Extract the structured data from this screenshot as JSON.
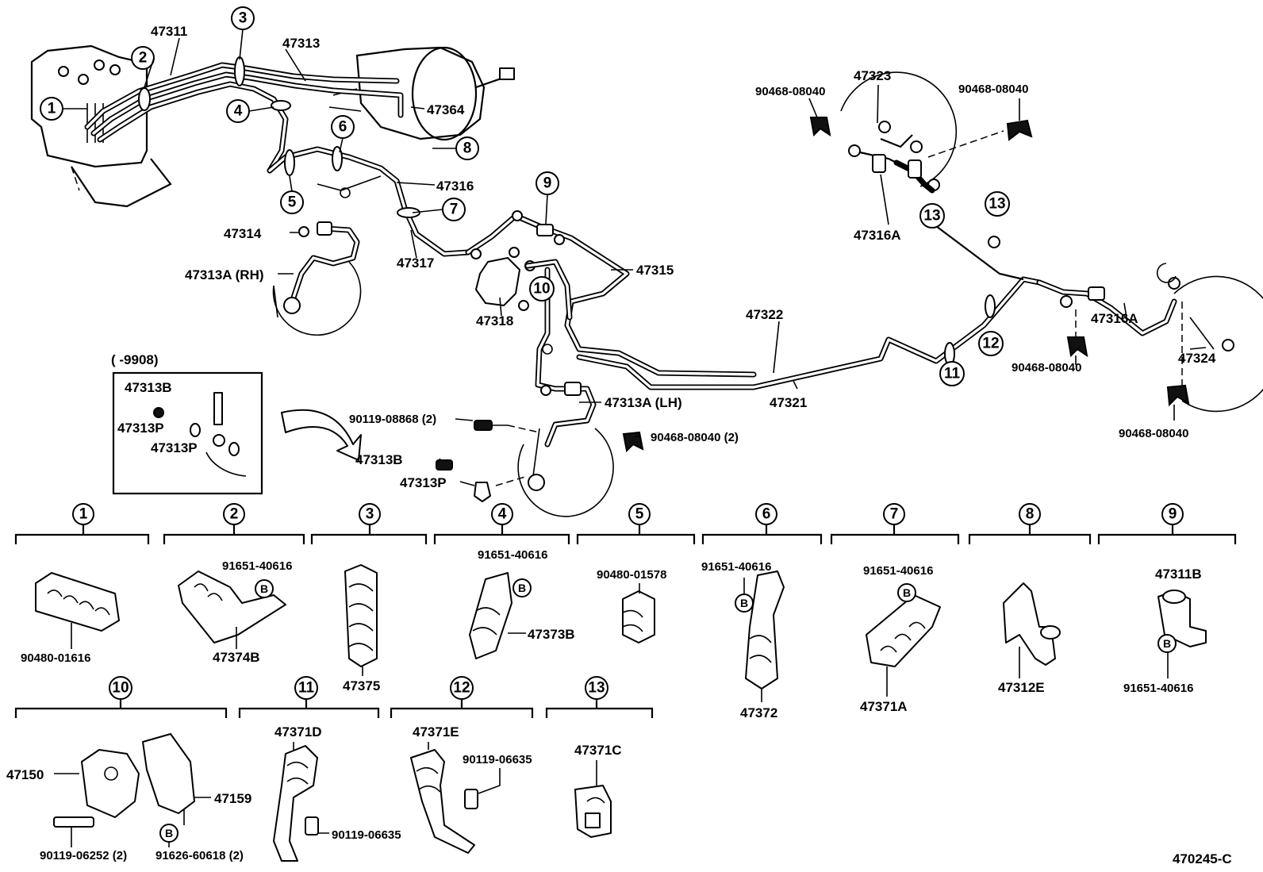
{
  "diagram_code": "470245-C",
  "main_labels": {
    "p47311": "47311",
    "p47313": "47313",
    "p47364": "47364",
    "p47316": "47316",
    "p47314": "47314",
    "p47313A_RH": "47313A (RH)",
    "p47317": "47317",
    "p47315": "47315",
    "p47318": "47318",
    "p47322": "47322",
    "p47321": "47321",
    "p47313A_LH": "47313A (LH)",
    "p90119_08868": "90119-08868 (2)",
    "p90468_08040_2": "90468-08040 (2)",
    "p47313B": "47313B",
    "p47313P": "47313P",
    "p90468_tl": "90468-08040",
    "p90468_tr": "90468-08040",
    "p47323": "47323",
    "p47316A_top": "47316A",
    "p47316A_right": "47316A",
    "p47324": "47324",
    "p90468_mid": "90468-08040",
    "p90468_bot": "90468-08040"
  },
  "inset": {
    "range": "(        -9908)",
    "p47313B": "47313B",
    "p47313P_a": "47313P",
    "p47313P_b": "47313P"
  },
  "callouts": [
    "1",
    "2",
    "3",
    "4",
    "5",
    "6",
    "7",
    "8",
    "9",
    "10",
    "11",
    "12",
    "13",
    "B"
  ],
  "detail_groups": [
    {
      "num": "1",
      "labels": [
        "90480-01616"
      ]
    },
    {
      "num": "2",
      "labels": [
        "91651-40616",
        "47374B"
      ]
    },
    {
      "num": "3",
      "labels": [
        "47375"
      ]
    },
    {
      "num": "4",
      "labels": [
        "91651-40616",
        "47373B"
      ]
    },
    {
      "num": "5",
      "labels": [
        "90480-01578"
      ]
    },
    {
      "num": "6",
      "labels": [
        "91651-40616",
        "47372"
      ]
    },
    {
      "num": "7",
      "labels": [
        "91651-40616",
        "47371A"
      ]
    },
    {
      "num": "8",
      "labels": [
        "47312E"
      ]
    },
    {
      "num": "9",
      "labels": [
        "47311B",
        "91651-40616"
      ]
    },
    {
      "num": "10",
      "labels": [
        "47150",
        "47159",
        "90119-06252 (2)",
        "91626-60618 (2)"
      ]
    },
    {
      "num": "11",
      "labels": [
        "47371D",
        "90119-06635"
      ]
    },
    {
      "num": "12",
      "labels": [
        "47371E",
        "90119-06635"
      ]
    },
    {
      "num": "13",
      "labels": [
        "47371C"
      ]
    }
  ]
}
